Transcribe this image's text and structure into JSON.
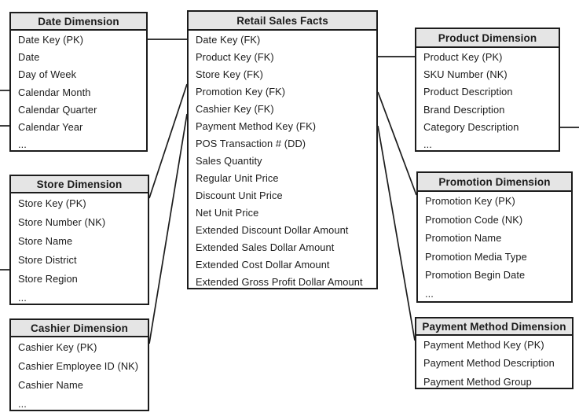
{
  "entities": {
    "date": {
      "title": "Date Dimension",
      "rows": [
        "Date Key (PK)",
        "Date",
        "Day of Week",
        "Calendar Month",
        "Calendar Quarter",
        "Calendar Year",
        "..."
      ]
    },
    "store": {
      "title": "Store Dimension",
      "rows": [
        "Store Key (PK)",
        "Store Number (NK)",
        "Store Name",
        "Store District",
        "Store Region",
        "..."
      ]
    },
    "cashier": {
      "title": "Cashier Dimension",
      "rows": [
        "Cashier Key (PK)",
        "Cashier Employee ID (NK)",
        "Cashier Name",
        "..."
      ]
    },
    "facts": {
      "title": "Retail Sales Facts",
      "rows": [
        "Date Key (FK)",
        "Product Key (FK)",
        "Store Key (FK)",
        "Promotion Key (FK)",
        "Cashier Key (FK)",
        "Payment Method Key (FK)",
        "POS Transaction # (DD)",
        "Sales Quantity",
        "Regular Unit Price",
        "Discount Unit Price",
        "Net Unit Price",
        "Extended Discount Dollar Amount",
        "Extended Sales Dollar Amount",
        "Extended Cost Dollar Amount",
        "Extended Gross Profit Dollar Amount"
      ]
    },
    "product": {
      "title": "Product Dimension",
      "rows": [
        "Product Key (PK)",
        "SKU Number (NK)",
        "Product Description",
        "Brand Description",
        "Category Description",
        "..."
      ]
    },
    "promotion": {
      "title": "Promotion Dimension",
      "rows": [
        "Promotion Key (PK)",
        "Promotion Code (NK)",
        "Promotion Name",
        "Promotion Media Type",
        "Promotion Begin Date",
        "..."
      ]
    },
    "payment": {
      "title": "Payment Method Dimension",
      "rows": [
        "Payment Method Key (PK)",
        "Payment Method Description",
        "Payment Method Group"
      ]
    }
  },
  "colors": {
    "background": "#ffffff",
    "border": "#1c1c1c",
    "header_fill": "#e5e5e5",
    "connector": "#1c1c1c",
    "text": "#1b1b1b"
  }
}
